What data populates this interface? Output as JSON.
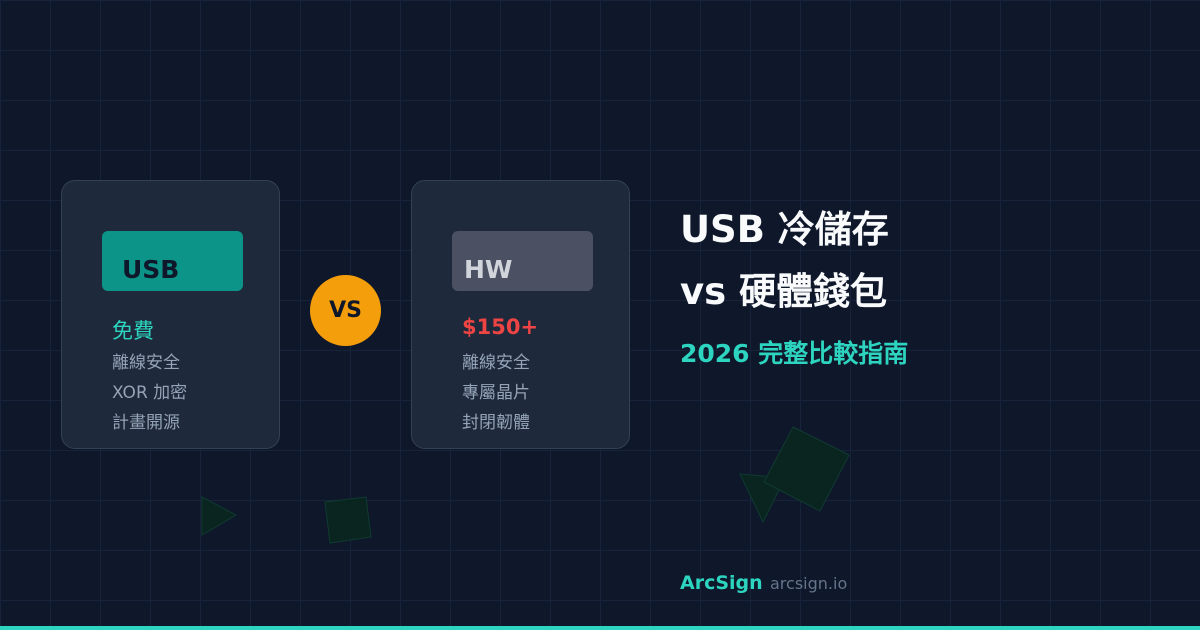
{
  "colors": {
    "background": "#0f172a",
    "accent": "#2dd4bf",
    "vs": "#f59e0b",
    "price_hw": "#ef4444",
    "usb_badge": "#0d9488",
    "hw_badge": "#4b5063"
  },
  "usb_card": {
    "badge": "USB",
    "price": "免費",
    "features": [
      "離線安全",
      "XOR 加密",
      "計畫開源"
    ]
  },
  "vs_label": "VS",
  "hw_card": {
    "badge": "HW",
    "price": "$150+",
    "features": [
      "離線安全",
      "專屬晶片",
      "封閉韌體"
    ]
  },
  "headline": {
    "line1": "USB 冷儲存",
    "line2": "vs 硬體錢包",
    "subtitle": "2026 完整比較指南"
  },
  "footer": {
    "brand": "ArcSign",
    "domain": "arcsign.io"
  }
}
